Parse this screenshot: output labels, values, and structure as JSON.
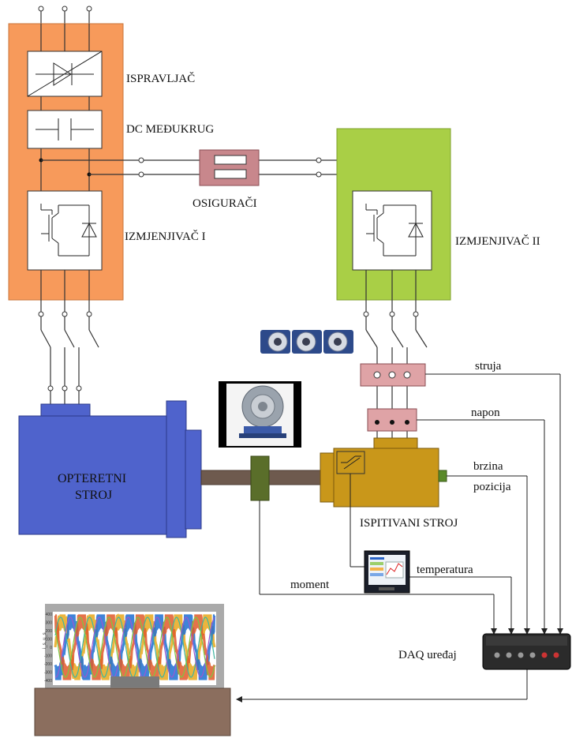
{
  "labels": {
    "rectifier": "ISPRAVLJAČ",
    "dc_link": "DC MEĐUKRUG",
    "fuses": "OSIGURAČI",
    "inverter1": "IZMJENJIVAČ I",
    "inverter2": "IZMJENJIVAČ II",
    "load_machine_line1": "OPTERETNI",
    "load_machine_line2": "STROJ",
    "test_machine": "ISPITIVANI STROJ",
    "current": "struja",
    "voltage": "napon",
    "speed": "brzina",
    "position": "pozicija",
    "temperature": "temperatura",
    "torque": "moment",
    "daq": "DAQ uređaj"
  },
  "colors": {
    "drive_cabinet": "#f79a5b",
    "inverter2_cabinet": "#a9cf46",
    "fuse_box": "#c8878c",
    "load_machine": "#4f63cc",
    "test_machine": "#c9971a",
    "shaft": "#6e5a4e",
    "torque_sensor": "#5a6e2a",
    "sensor_box": "#dfa3a6"
  },
  "monitor_plot": {
    "y_ticks": [
      "400",
      "300",
      "200",
      "100",
      "0",
      "-100",
      "-200",
      "-300",
      "-400"
    ],
    "y_label": "i_s, u_s"
  }
}
